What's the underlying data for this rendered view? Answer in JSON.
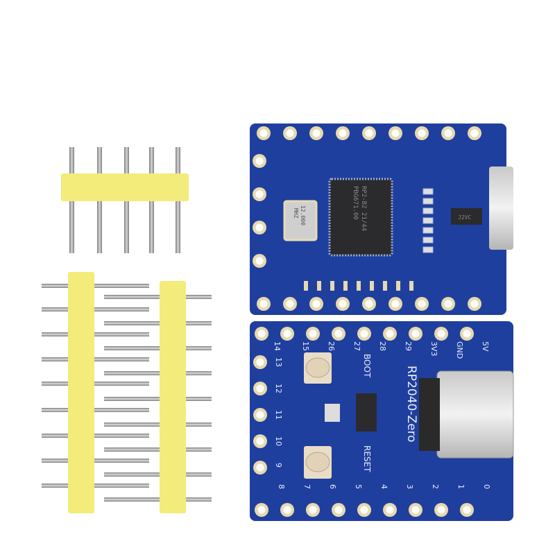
{
  "top_board": {
    "chip_text": [
      "RP2-B2  21/44",
      "PBG671.00"
    ],
    "crystal_text": [
      "12.000",
      "MHZ"
    ],
    "regulator_text": "J2VC"
  },
  "bottom_board": {
    "board_name": "RP2040-Zero",
    "boot_label": "BOOT",
    "reset_label": "RESET",
    "top_pin_labels": [
      "14",
      "15",
      "26",
      "27",
      "28",
      "29",
      "3V3",
      "GND",
      "5V"
    ],
    "left_pin_labels": [
      "13",
      "12",
      "11",
      "10",
      "9"
    ],
    "bottom_pin_labels": [
      "8",
      "7",
      "6",
      "5",
      "4",
      "3",
      "2",
      "1",
      "0"
    ]
  },
  "colors": {
    "pcb": "#1f3f9e",
    "pad": "#e7d9b0",
    "header_plastic": "#f3ec7a",
    "pin": "#9a9a9a",
    "chip": "#2b2b2e"
  }
}
